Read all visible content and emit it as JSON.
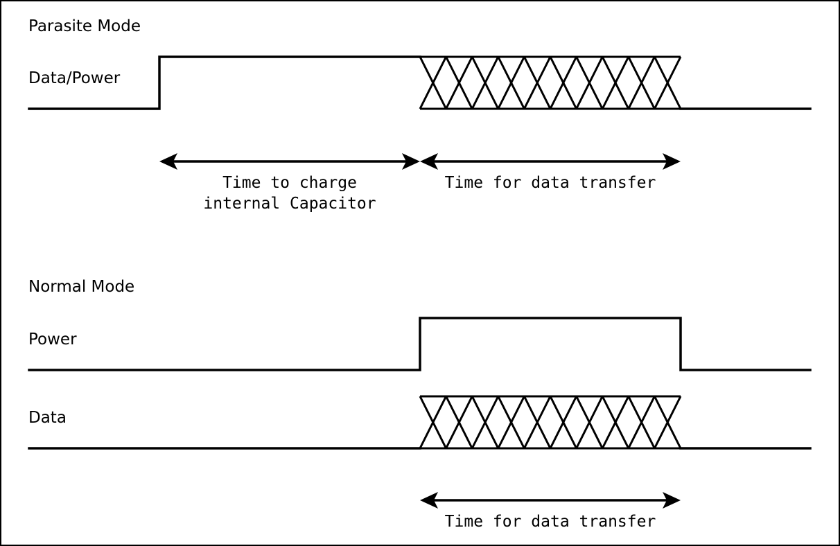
{
  "parasite": {
    "heading": "Parasite Mode",
    "signal_label": "Data/Power",
    "charge_caption_line1": "Time to charge",
    "charge_caption_line2": "internal Capacitor",
    "transfer_caption": "Time for data transfer"
  },
  "normal": {
    "heading": "Normal Mode",
    "power_label": "Power",
    "data_label": "Data",
    "transfer_caption": "Time for data transfer"
  }
}
